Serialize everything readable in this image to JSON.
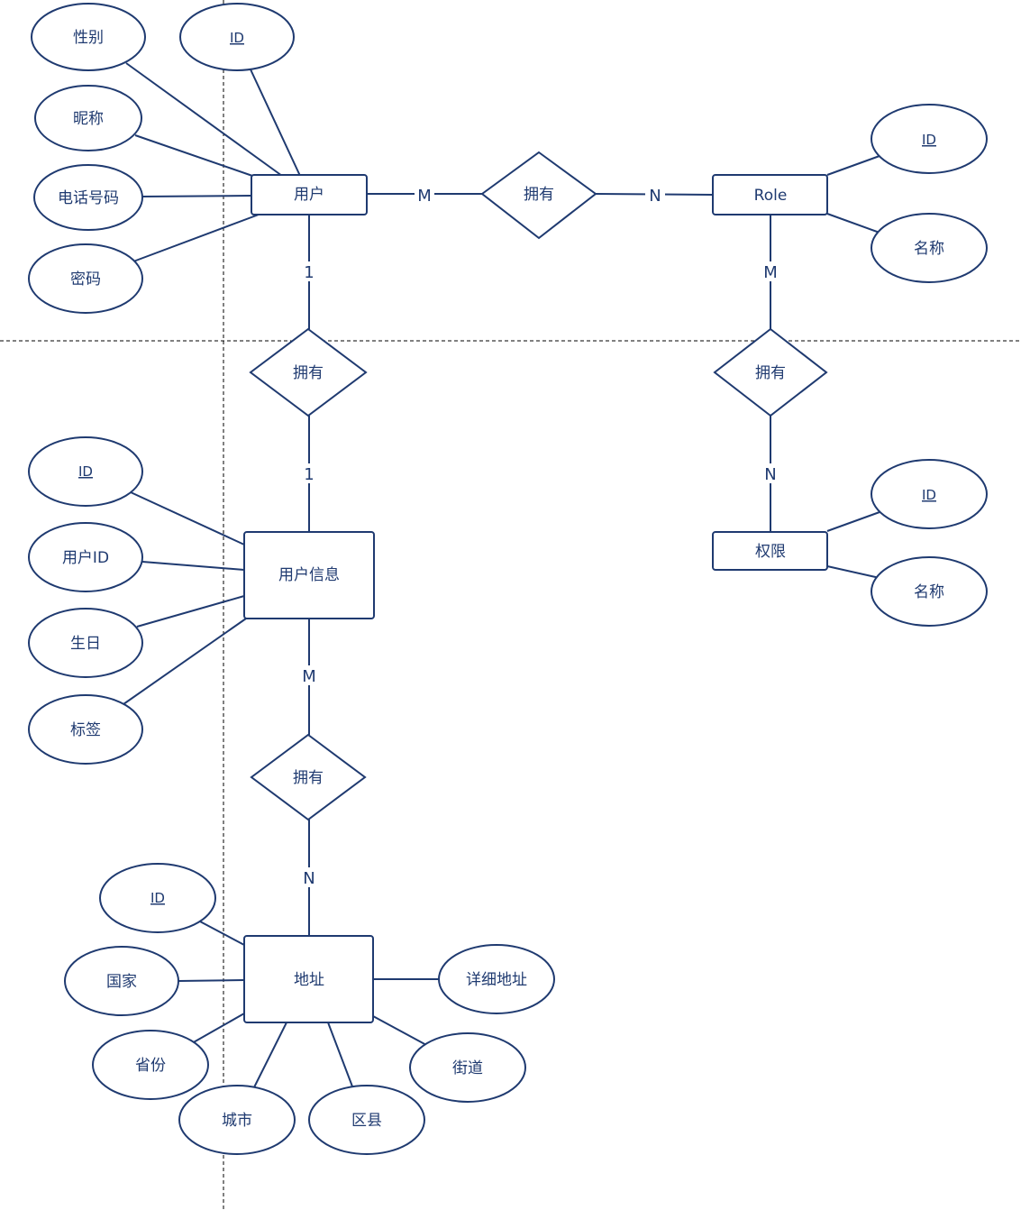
{
  "entities": {
    "user": "用户",
    "role": "Role",
    "user_info": "用户信息",
    "permission": "权限",
    "address": "地址"
  },
  "relationships": {
    "user_role": "拥有",
    "user_userinfo": "拥有",
    "role_permission": "拥有",
    "userinfo_address": "拥有"
  },
  "attributes": {
    "user": {
      "gender": "性别",
      "id": "ID",
      "nickname": "昵称",
      "phone": "电话号码",
      "password": "密码"
    },
    "role": {
      "id": "ID",
      "name": "名称"
    },
    "permission": {
      "id": "ID",
      "name": "名称"
    },
    "user_info": {
      "id": "ID",
      "user_id": "用户ID",
      "birthday": "生日",
      "tags": "标签"
    },
    "address": {
      "id": "ID",
      "country": "国家",
      "detail": "详细地址",
      "province": "省份",
      "street": "街道",
      "city": "城市",
      "district": "区县"
    }
  },
  "cardinalities": {
    "user_role_m": "M",
    "user_role_n": "N",
    "user_userinfo_1a": "1",
    "user_userinfo_1b": "1",
    "role_permission_m": "M",
    "role_permission_n": "N",
    "userinfo_address_m": "M",
    "userinfo_address_n": "N"
  },
  "colors": {
    "stroke": "#1f3a70",
    "guide": "#000000"
  }
}
